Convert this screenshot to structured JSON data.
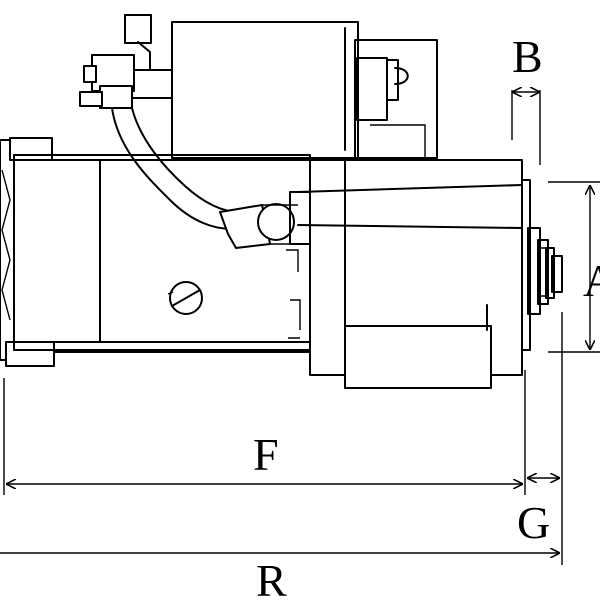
{
  "dimensions": {
    "B": "B",
    "A": "A",
    "F": "F",
    "G": "G",
    "R": "R"
  }
}
